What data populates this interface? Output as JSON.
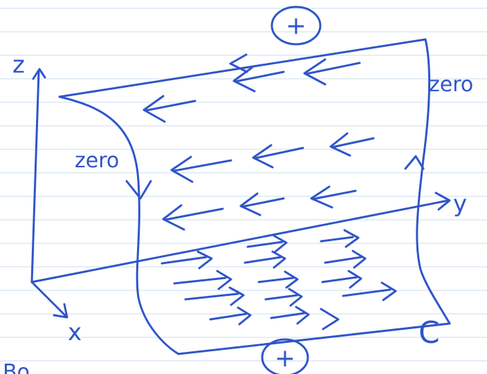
{
  "axes": {
    "x": "x",
    "y": "y",
    "z": "z"
  },
  "labels": {
    "top_sign": "+",
    "bottom_sign": "+",
    "left_edge": "zero",
    "right_edge": "zero",
    "curve": "C",
    "cut_text": "Bo"
  },
  "colors": {
    "ink": "#2f55c9",
    "paper_lines": "#d3e4f3",
    "paper": "#ffffff"
  }
}
